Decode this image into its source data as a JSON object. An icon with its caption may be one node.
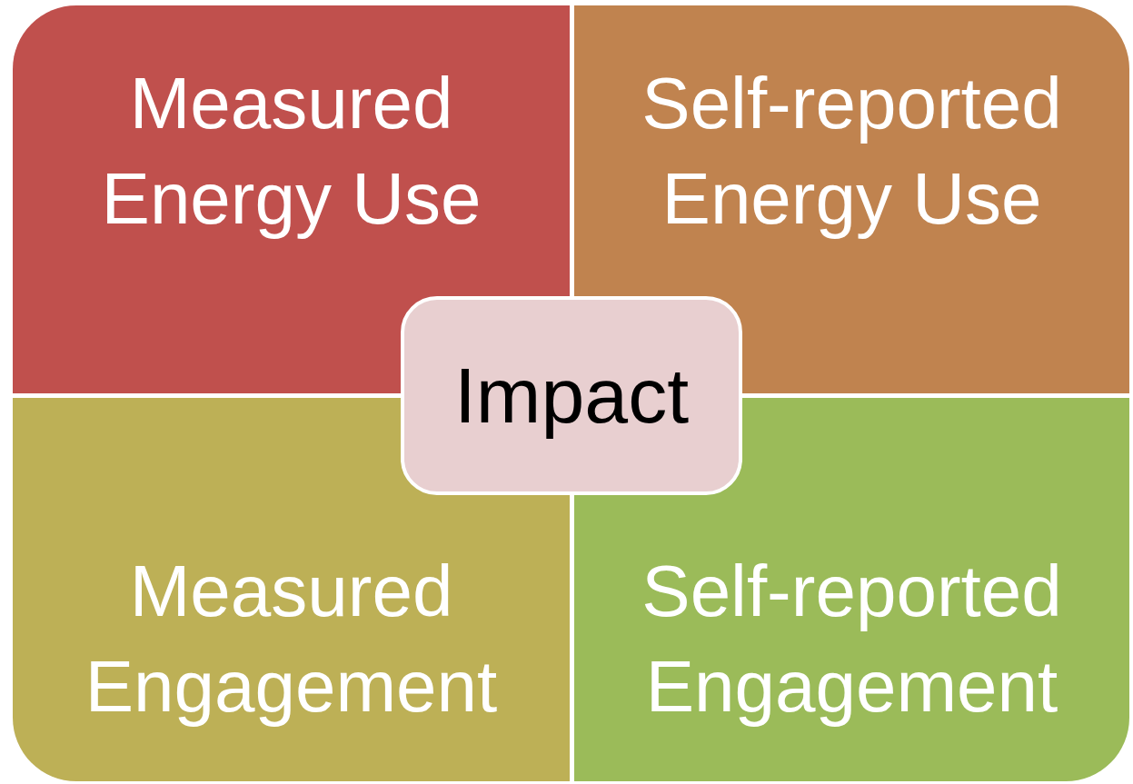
{
  "diagram": {
    "nodes": [
      {
        "text": [
          "Measured Energy Use"
        ]
      },
      {
        "text": [
          "Self-reported Energy Use"
        ]
      },
      {
        "text": [
          "Measured Engagement"
        ]
      },
      {
        "text": [
          "Self-reported Engagement"
        ]
      },
      {
        "text": [
          "Impact"
        ]
      }
    ]
  }
}
